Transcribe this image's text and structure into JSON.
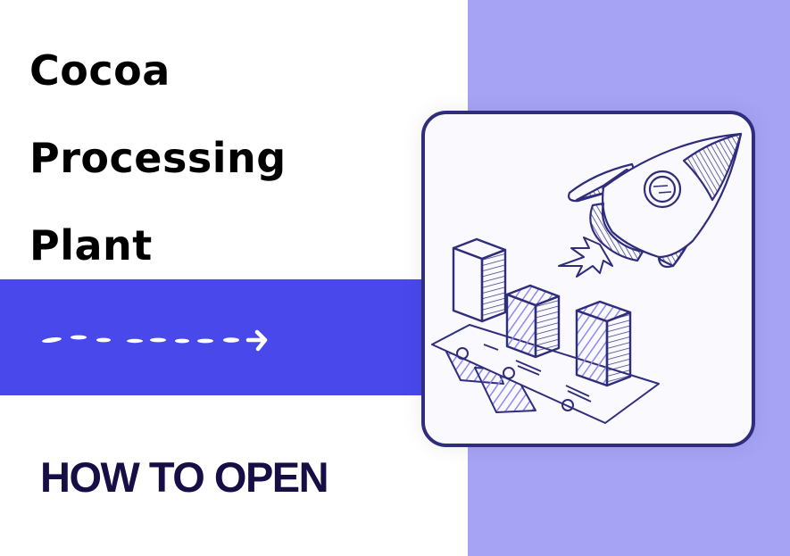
{
  "hero": {
    "title_lines": [
      "Cocoa",
      "Processing",
      "Plant"
    ],
    "subtitle": "HOW TO OPEN"
  },
  "decor": {
    "arrow_icon": "dashed-right-arrow",
    "illustration": "rocket-launch-over-bar-chart",
    "colors": {
      "band_blue": "#4949eb",
      "panel_lavender": "#a6a3f5",
      "ink_navy": "#2f2d7c",
      "subtitle_navy": "#160e45",
      "card_bg": "#f9f9fe"
    }
  }
}
